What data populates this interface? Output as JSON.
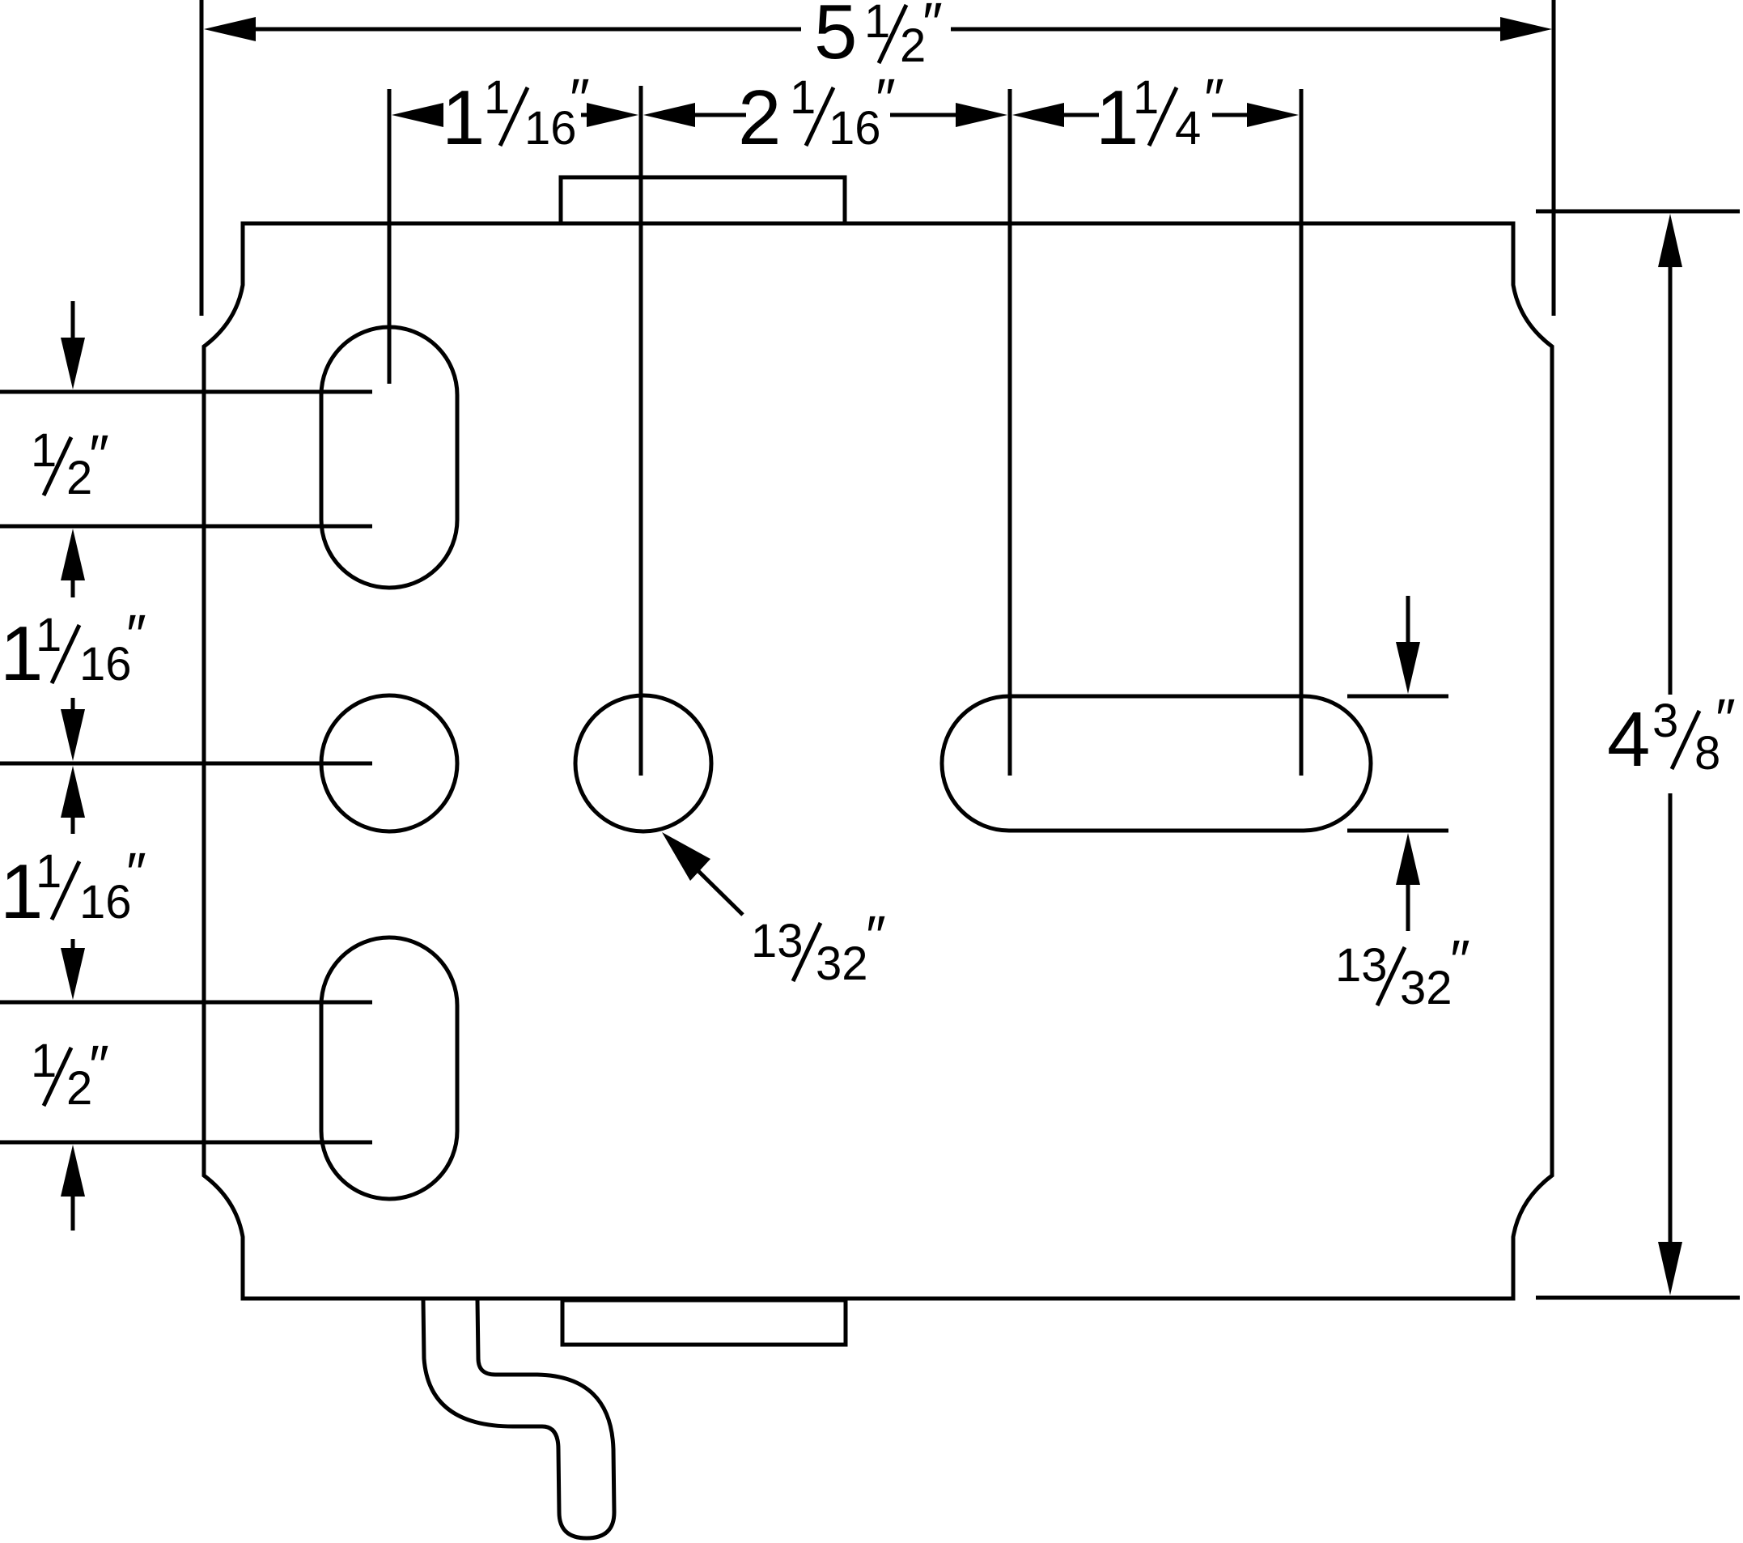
{
  "diagram": {
    "stroke_color": "#000000",
    "background_color": "#ffffff",
    "dimensions": {
      "overall_width": {
        "whole": "5",
        "numerator": "1",
        "denominator": "2",
        "unit": "″"
      },
      "slot_to_hole_horizontal": {
        "whole": "1",
        "numerator": "1",
        "denominator": "16",
        "unit": "″"
      },
      "hole_to_slot_horizontal": {
        "whole": "2",
        "numerator": "1",
        "denominator": "16",
        "unit": "″"
      },
      "slot_length_horizontal": {
        "whole": "1",
        "numerator": "1",
        "denominator": "4",
        "unit": "″"
      },
      "overall_height": {
        "whole": "4",
        "numerator": "3",
        "denominator": "8",
        "unit": "″"
      },
      "top_slot_height": {
        "whole": "",
        "numerator": "1",
        "denominator": "2",
        "unit": "″"
      },
      "top_to_middle_vertical": {
        "whole": "1",
        "numerator": "1",
        "denominator": "16",
        "unit": "″"
      },
      "middle_to_bottom_vertical": {
        "whole": "1",
        "numerator": "1",
        "denominator": "16",
        "unit": "″"
      },
      "bottom_slot_height": {
        "whole": "",
        "numerator": "1",
        "denominator": "2",
        "unit": "″"
      },
      "hole_diameter": {
        "whole": "",
        "numerator": "13",
        "denominator": "32",
        "unit": "″"
      },
      "slot_width": {
        "whole": "",
        "numerator": "13",
        "denominator": "32",
        "unit": "″"
      }
    }
  }
}
